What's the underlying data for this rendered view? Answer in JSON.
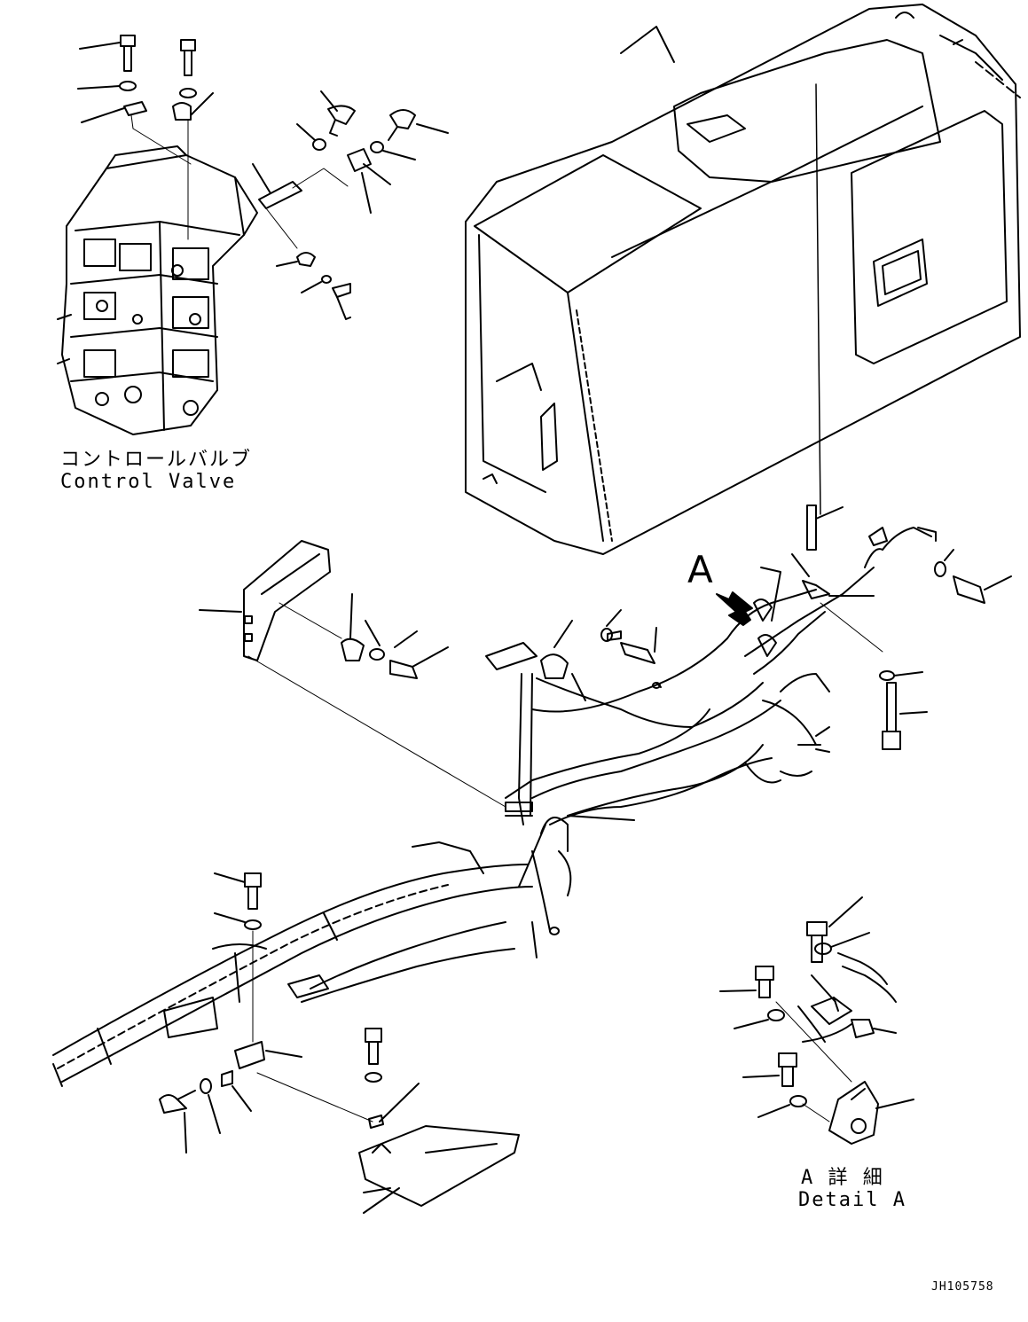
{
  "labels": {
    "control_valve_jp": "コントロールバルブ",
    "control_valve_en": "Control Valve",
    "detail_marker": "A",
    "detail_jp": "A 詳 細",
    "detail_en": "Detail A"
  },
  "drawing_code": "JH105758",
  "colors": {
    "line": "#000000",
    "background": "#ffffff"
  }
}
